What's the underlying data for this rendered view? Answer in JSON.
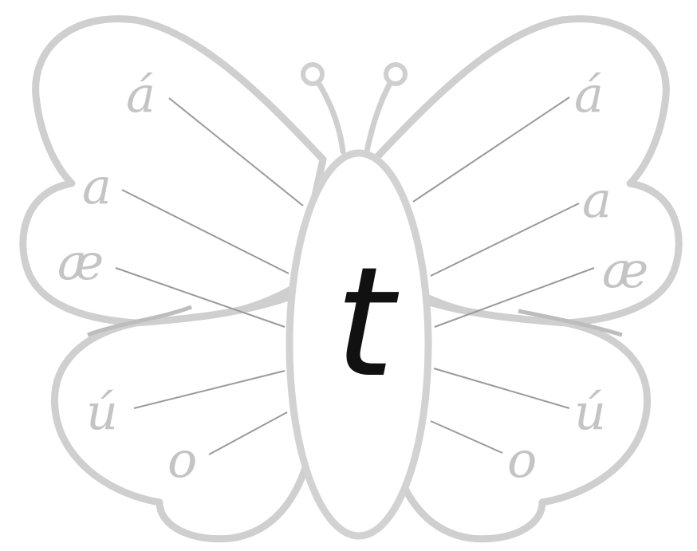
{
  "center_letter": "t",
  "left_vowels": [
    "á",
    "a",
    "æ",
    "ú",
    "o"
  ],
  "right_vowels": [
    "á",
    "a",
    "æ",
    "ú",
    "o"
  ],
  "colors": {
    "outline": "#cfcfcf",
    "vowel": "#c4c4c4",
    "line": "#9a9a9a",
    "center": "#111111"
  }
}
